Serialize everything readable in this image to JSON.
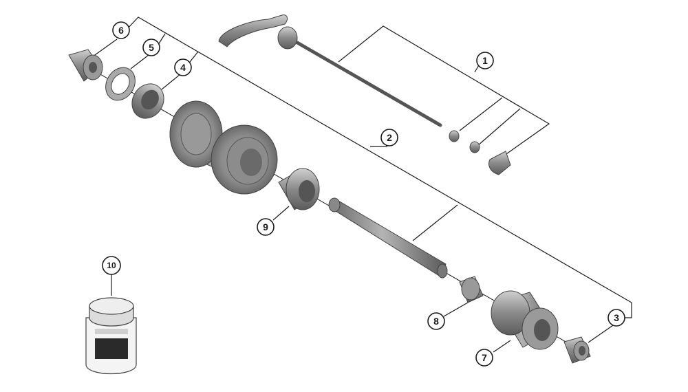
{
  "callouts": [
    {
      "id": "1",
      "part": "Quick release skewer"
    },
    {
      "id": "2",
      "part": "Hub axle assembly"
    },
    {
      "id": "3",
      "part": "Right lock nut"
    },
    {
      "id": "4",
      "part": "Left cone"
    },
    {
      "id": "5",
      "part": "Washer"
    },
    {
      "id": "6",
      "part": "Left lock nut"
    },
    {
      "id": "7",
      "part": "Freehub body"
    },
    {
      "id": "8",
      "part": "Spacer"
    },
    {
      "id": "9",
      "part": "Bearing cup unit"
    },
    {
      "id": "10",
      "part": "Grease"
    }
  ],
  "colors": {
    "part_metal": "#8c8c8c",
    "part_dark": "#5a5a5a",
    "part_light": "#c8c8c8",
    "line": "#1a1a1a"
  }
}
